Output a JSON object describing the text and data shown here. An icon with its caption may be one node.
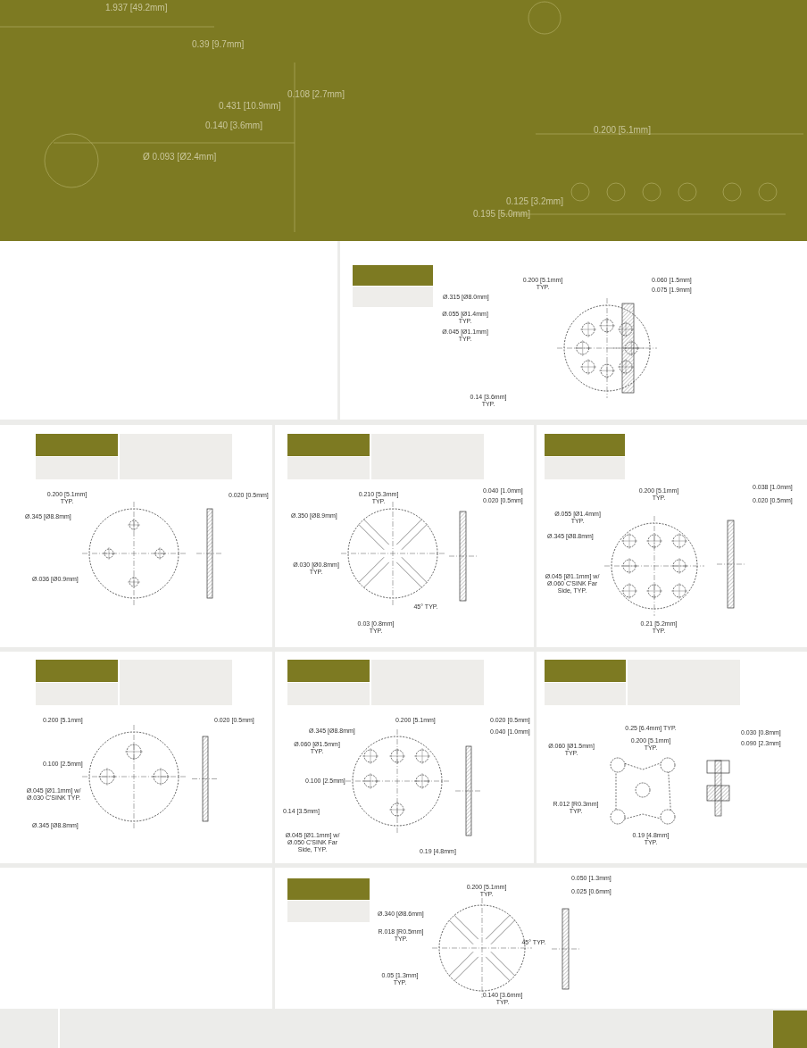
{
  "diagram": {
    "labels": [
      "1.937 [49.2mm]",
      "0.39 [9.7mm]",
      "0.108 [2.7mm]",
      "0.431 [10.9mm]",
      "0.140 [3.6mm]",
      "Ø 0.093 [Ø2.4mm]",
      "0.200 [5.1mm]",
      "0.125 [3.2mm]",
      "0.195 [5.0mm]",
      "0.200 [5.1mm] TYP.",
      "0.060 [1.5mm]",
      "0.075 [1.9mm]",
      "Ø.315 [Ø8.0mm]",
      "Ø.055 [Ø1.4mm] TYP.",
      "Ø.045 [Ø1.1mm] TYP.",
      "0.14 [3.6mm] TYP.",
      "0.200 [5.1mm] TYP.",
      "0.020 [0.5mm]",
      "Ø.345 [Ø8.8mm]",
      "Ø.036 [Ø0.9mm]",
      "0.210 [5.3mm] TYP.",
      "0.040 [1.0mm]",
      "0.020 [0.5mm]",
      "Ø.350 [Ø8.9mm]",
      "Ø.030 [Ø0.8mm] TYP.",
      "45° TYP.",
      "0.03 [0.8mm] TYP.",
      "0.200 [5.1mm] TYP.",
      "0.038 [1.0mm]",
      "0.020 [0.5mm]",
      "Ø.055 [Ø1.4mm] TYP.",
      "Ø.345 [Ø8.8mm]",
      "Ø.045 [Ø1.1mm] w/ Ø.060 C'SINK Far Side, TYP.",
      "0.21 [5.2mm] TYP.",
      "0.200 [5.1mm]",
      "0.020 [0.5mm]",
      "0.100 [2.5mm]",
      "Ø.045 [Ø1.1mm] w/ Ø.030 C'SINK TYP.",
      "Ø.345 [Ø8.8mm]",
      "0.200 [5.1mm]",
      "0.020 [0.5mm]",
      "0.040 [1.0mm]",
      "Ø.345 [Ø8.8mm]",
      "Ø.060 [Ø1.5mm] TYP.",
      "0.100 [2.5mm]",
      "0.14 [3.5mm]",
      "Ø.045 [Ø1.1mm] w/ Ø.050 C'SINK Far Side, TYP.",
      "0.19 [4.8mm]",
      "0.25 [6.4mm] TYP.",
      "0.200 [5.1mm] TYP.",
      "0.030 [0.8mm]",
      "0.090 [2.3mm]",
      "Ø.060 [Ø1.5mm] TYP.",
      "R.012 [R0.3mm] TYP.",
      "0.19 [4.8mm] TYP.",
      "0.200 [5.1mm] TYP.",
      "0.050 [1.3mm]",
      "0.025 [0.6mm]",
      "Ø.340 [Ø8.6mm]",
      "R.018 [R0.5mm] TYP.",
      "0.05 [1.3mm] TYP.",
      "45° TYP.",
      "0.140 [3.6mm] TYP."
    ]
  }
}
